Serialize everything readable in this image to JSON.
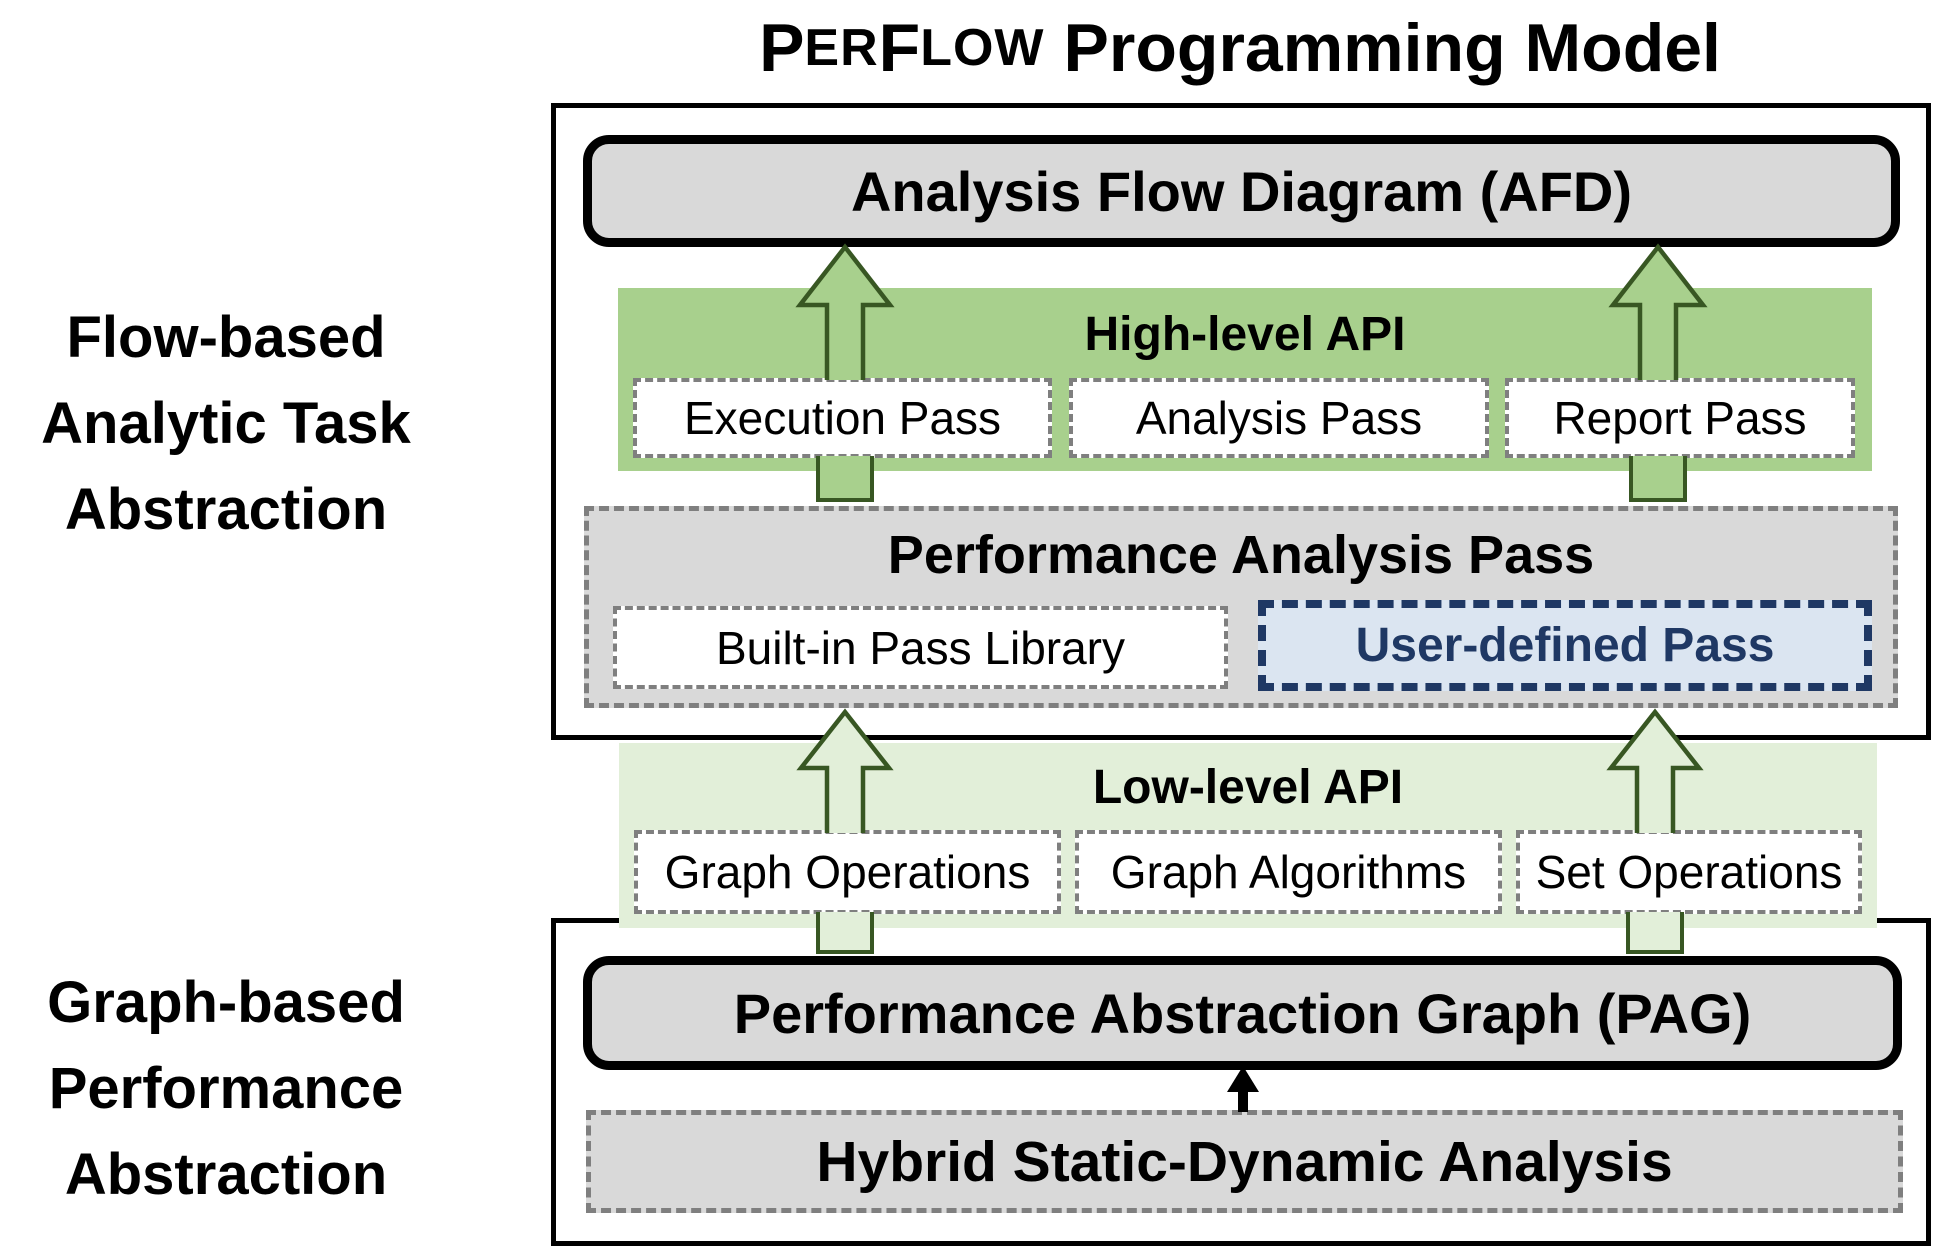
{
  "title": {
    "p": "P",
    "er": "ER",
    "f": "F",
    "low": "LOW",
    "suffix": "Programming Model"
  },
  "side_labels": {
    "flow_based": [
      "Flow-based",
      "Analytic Task",
      "Abstraction"
    ],
    "graph_based": [
      "Graph-based",
      "Performance",
      "Abstraction"
    ]
  },
  "flow_section": {
    "afd": "Analysis Flow Diagram (AFD)",
    "high_level_api": "High-level API",
    "passes": [
      "Execution Pass",
      "Analysis Pass",
      "Report Pass"
    ],
    "performance_analysis_pass": "Performance Analysis Pass",
    "built_in_pass_library": "Built-in Pass Library",
    "user_defined_pass": "User-defined Pass"
  },
  "low_level_api": {
    "label": "Low-level API",
    "items": [
      "Graph Operations",
      "Graph Algorithms",
      "Set Operations"
    ]
  },
  "graph_section": {
    "pag": "Performance Abstraction Graph (PAG)",
    "hybrid": "Hybrid Static-Dynamic Analysis"
  },
  "colors": {
    "high_level_band": "#a8d08d",
    "low_level_band": "#e2efd9",
    "arrow_outline_green": "#385723",
    "box_fill_gray": "#d9d9d9",
    "dashed_border_gray": "#7f7f7f",
    "user_defined_fill": "#dbe5f1",
    "user_defined_accent": "#1f3864",
    "banner_border": "#000000"
  }
}
